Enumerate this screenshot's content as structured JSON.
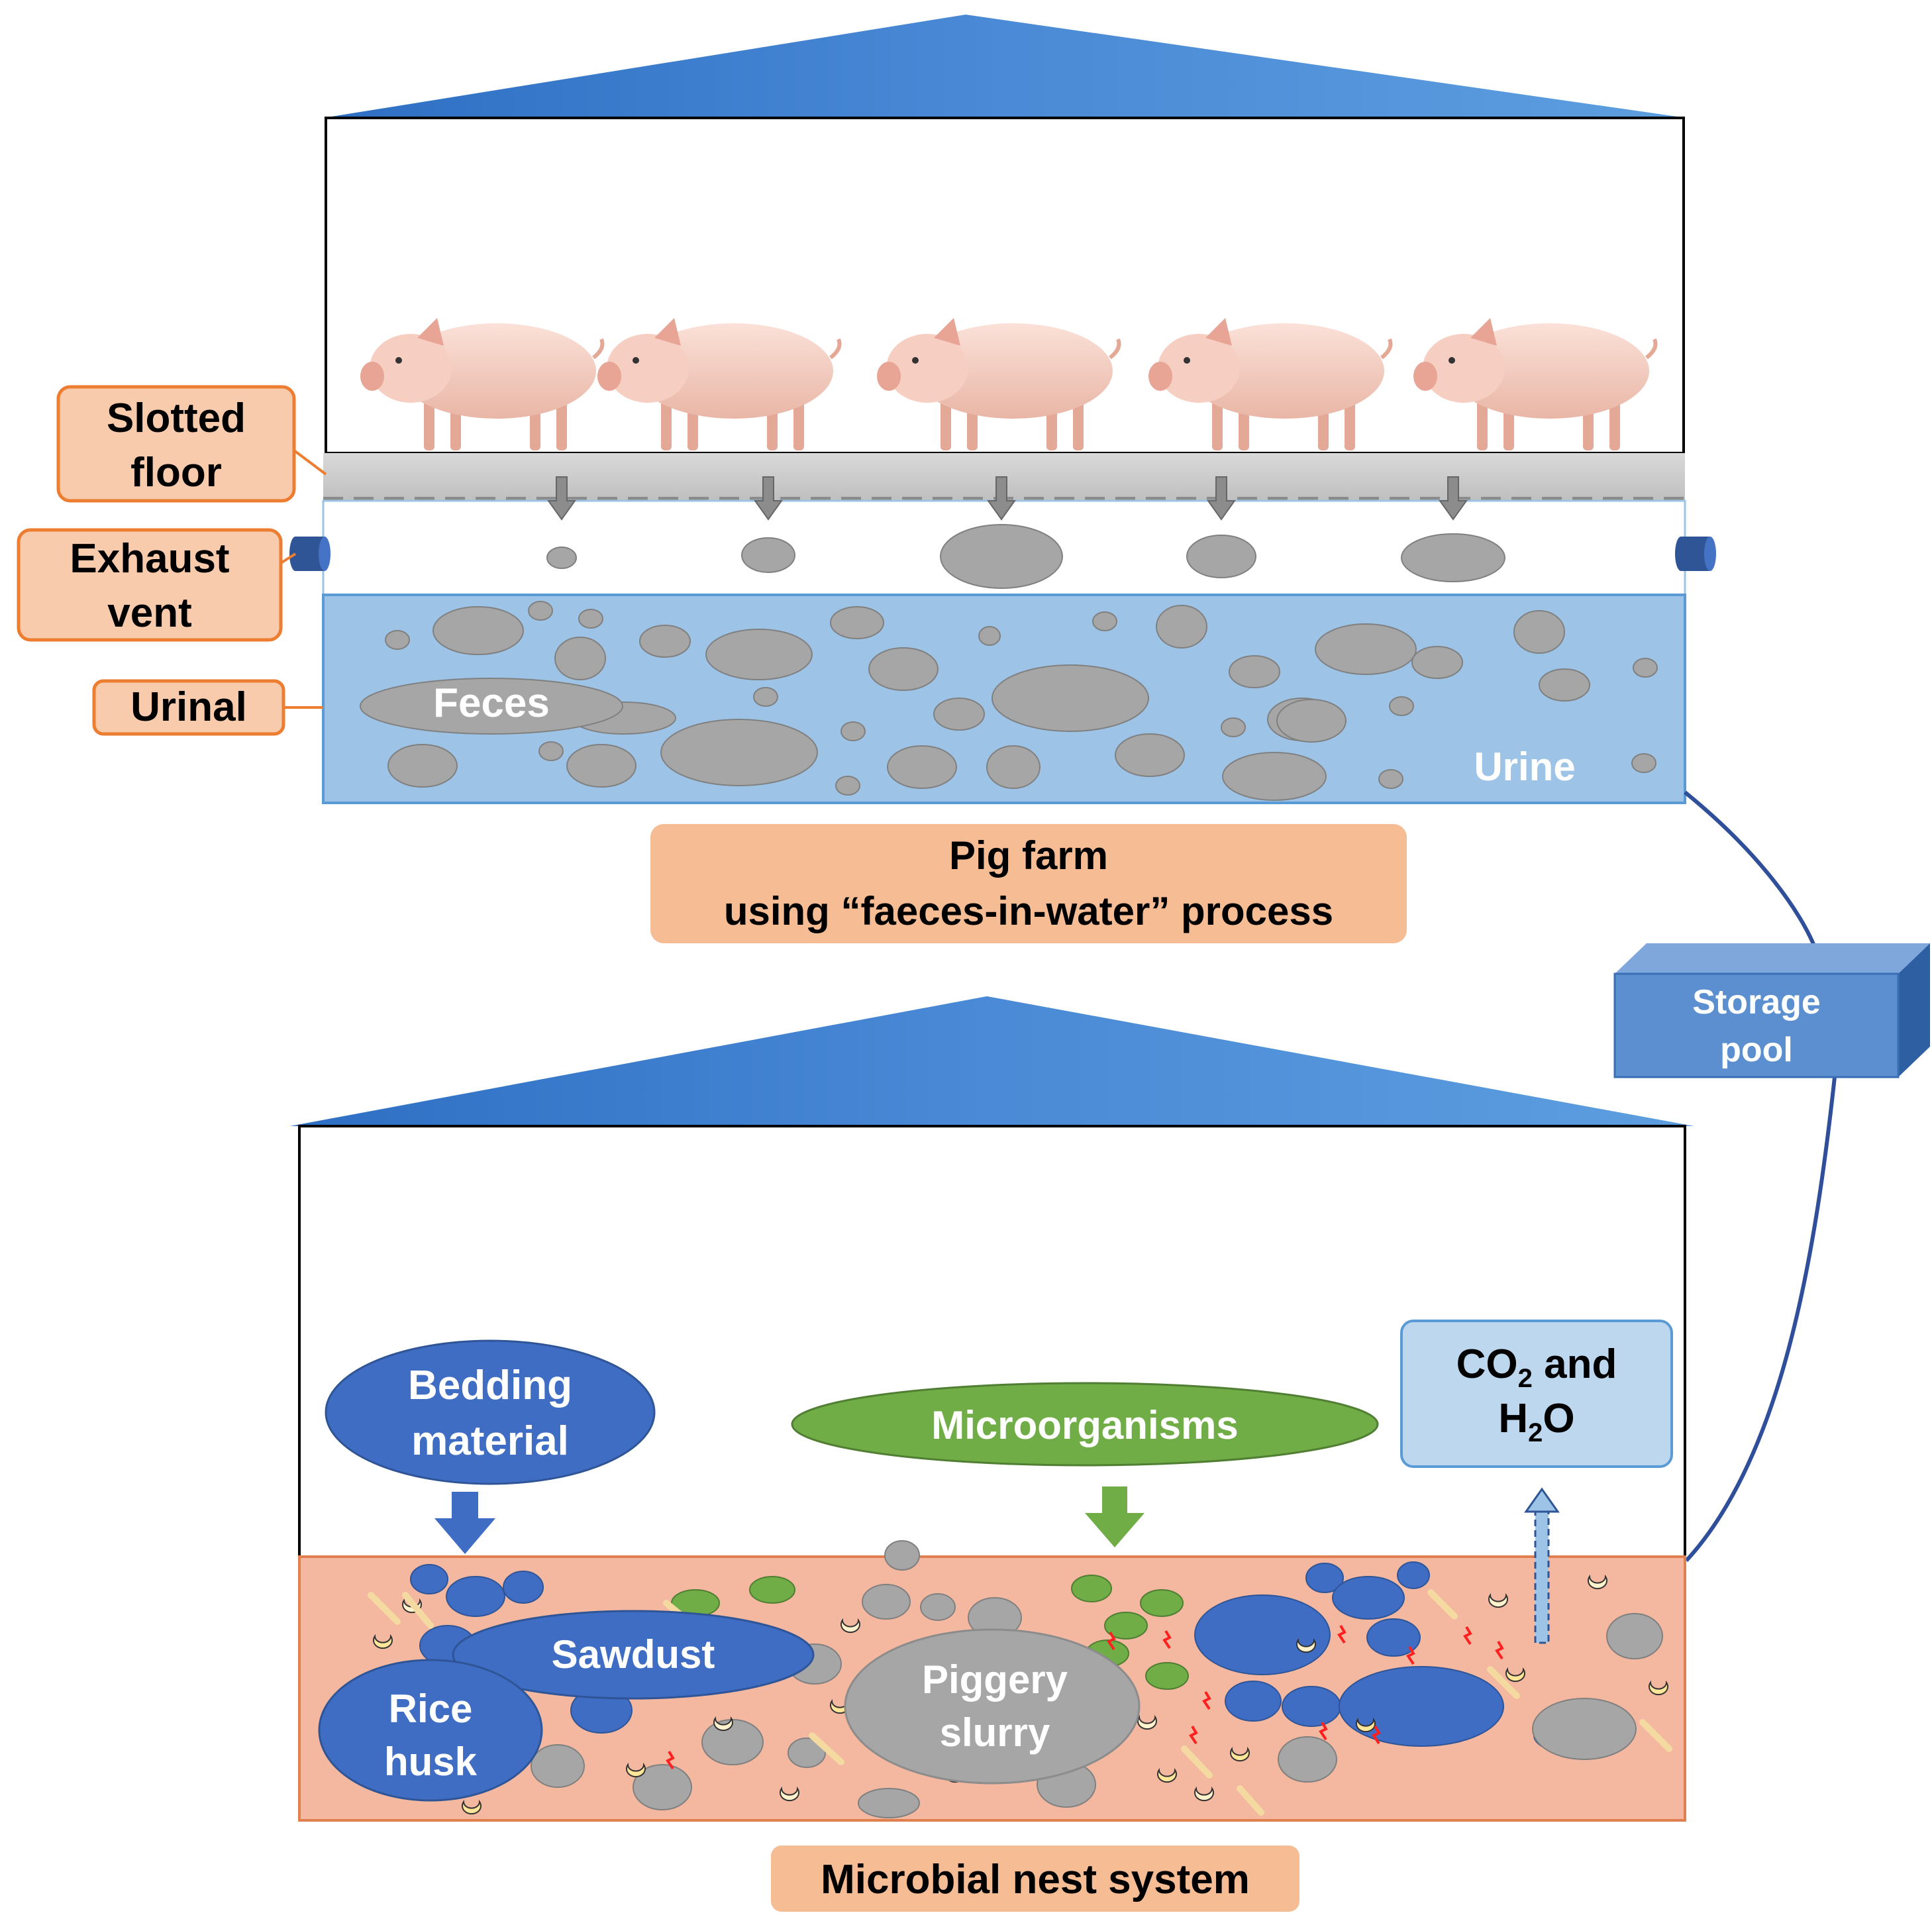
{
  "top_panel": {
    "labels": {
      "slotted_floor_line1": "Slotted",
      "slotted_floor_line2": "floor",
      "exhaust_vent_line1": "Exhaust",
      "exhaust_vent_line2": "vent",
      "urinal": "Urinal",
      "feces": "Feces",
      "urine": "Urine"
    },
    "caption_line1": "Pig farm",
    "caption_line2": "using “faeces-in-water” process",
    "pig_count": 5
  },
  "storage_pool": {
    "line1": "Storage",
    "line2": "pool"
  },
  "bottom_panel": {
    "bedding_line1": "Bedding",
    "bedding_line2": "material",
    "microorganisms": "Microorganisms",
    "co2_prefix": "CO",
    "co2_sub": "2",
    "co2_suffix": " and",
    "h2o_prefix": "H",
    "h2o_sub": "2",
    "h2o_suffix": "O",
    "sawdust": "Sawdust",
    "rice_husk_line1": "Rice",
    "rice_husk_line2": "husk",
    "slurry_line1": "Piggery",
    "slurry_line2": "slurry",
    "caption": "Microbial nest system"
  },
  "colors": {
    "roof_blue": "#3d7fd0",
    "urine_blue": "#9dc3e6",
    "label_orange_fill": "#f8cbad",
    "label_orange_border": "#ed7d31",
    "caption_fill": "#f4b183",
    "feces_grey": "#a6a6a6",
    "bedding_blue": "#3f6dc4",
    "microbe_green": "#70ad47",
    "nest_fill": "#f4b8a0",
    "connector": "#2f4f9a"
  }
}
